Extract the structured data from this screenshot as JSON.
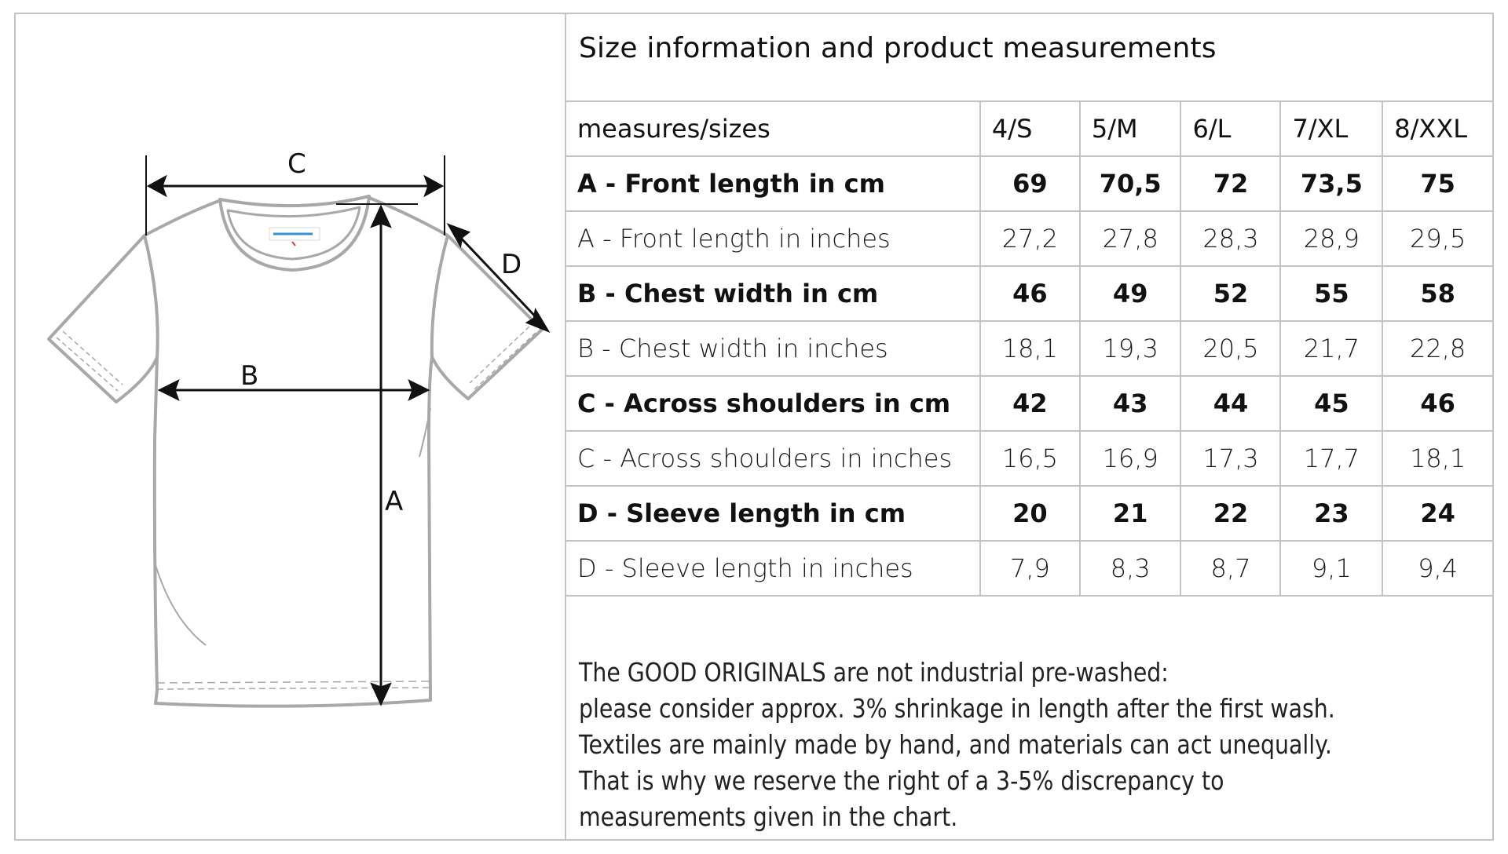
{
  "title": "Size information and product measurements",
  "table": {
    "header_label": "measures/sizes",
    "sizes": [
      "4/S",
      "5/M",
      "6/L",
      "7/XL",
      "8/XXL"
    ],
    "rows": [
      {
        "label": "A - Front length in cm",
        "bold": true,
        "values": [
          "69",
          "70,5",
          "72",
          "73,5",
          "75"
        ]
      },
      {
        "label": "A - Front length in inches",
        "bold": false,
        "values": [
          "27,2",
          "27,8",
          "28,3",
          "28,9",
          "29,5"
        ]
      },
      {
        "label": "B - Chest width in cm",
        "bold": true,
        "values": [
          "46",
          "49",
          "52",
          "55",
          "58"
        ]
      },
      {
        "label": "B - Chest width in inches",
        "bold": false,
        "values": [
          "18,1",
          "19,3",
          "20,5",
          "21,7",
          "22,8"
        ]
      },
      {
        "label": "C - Across shoulders in cm",
        "bold": true,
        "values": [
          "42",
          "43",
          "44",
          "45",
          "46"
        ]
      },
      {
        "label": "C - Across shoulders in inches",
        "bold": false,
        "values": [
          "16,5",
          "16,9",
          "17,3",
          "17,7",
          "18,1"
        ]
      },
      {
        "label": "D - Sleeve length in cm",
        "bold": true,
        "values": [
          "20",
          "21",
          "22",
          "23",
          "24"
        ]
      },
      {
        "label": "D - Sleeve length in inches",
        "bold": false,
        "values": [
          "7,9",
          "8,3",
          "8,7",
          "9,1",
          "9,4"
        ]
      }
    ]
  },
  "note": {
    "lines": [
      "The GOOD ORIGINALS are not industrial pre-washed:",
      "please consider approx. 3% shrinkage in length after the first wash.",
      "Textiles are mainly made by hand, and materials can act unequally.",
      "That is why we reserve the right of a 3-5% discrepancy to",
      "measurements given in the chart."
    ]
  },
  "diagram": {
    "labels": {
      "A": "A",
      "B": "B",
      "C": "C",
      "D": "D"
    },
    "icons": [
      "t-shirt-outline",
      "double-arrow"
    ],
    "colors": {
      "outline": "#a8a8a8",
      "arrow": "#111111",
      "label_blue": "#3a8fd0",
      "label_red": "#d04040"
    }
  }
}
